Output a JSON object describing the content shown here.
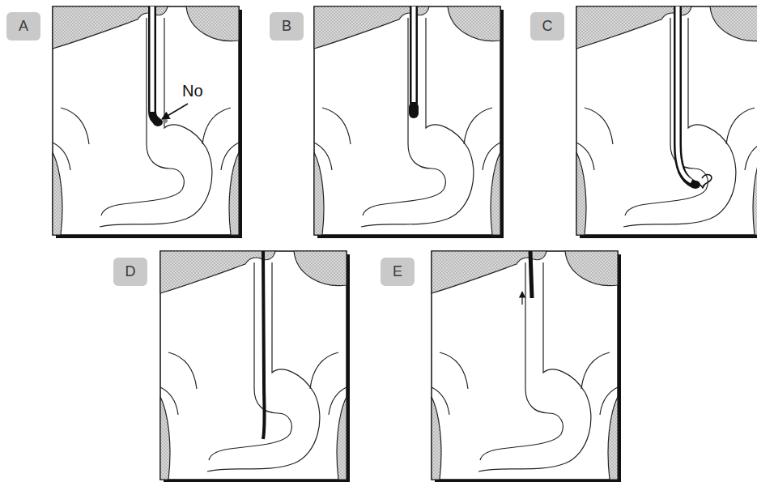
{
  "diagram": {
    "nodes": [
      {
        "text": [
          "A"
        ]
      },
      {
        "text": [
          "B"
        ]
      },
      {
        "text": [
          "C"
        ]
      },
      {
        "text": [
          "D"
        ]
      },
      {
        "text": [
          "E"
        ]
      }
    ],
    "labels": [
      "No"
    ]
  }
}
